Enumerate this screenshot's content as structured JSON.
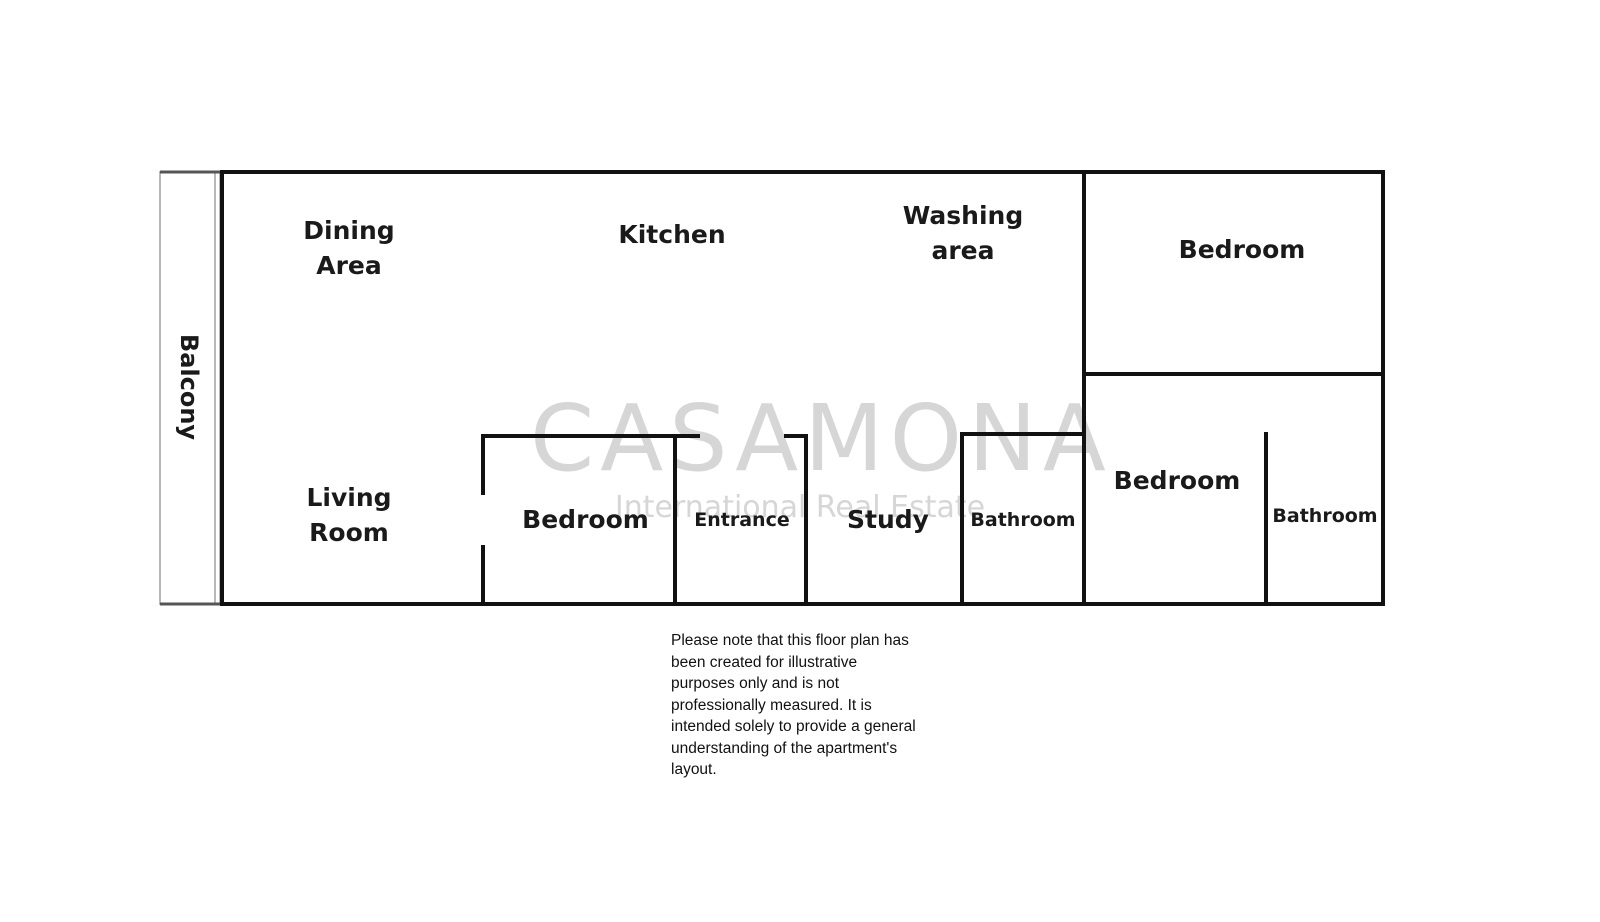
{
  "watermark": {
    "brand": "CASAMONA",
    "tagline": "International Real Estate"
  },
  "rooms": {
    "balcony": "Balcony",
    "dining_area": "Dining\nArea",
    "kitchen": "Kitchen",
    "washing_area": "Washing\narea",
    "bedroom_top_right": "Bedroom",
    "living_room": "Living\nRoom",
    "bedroom_center": "Bedroom",
    "entrance": "Entrance",
    "study": "Study",
    "bathroom_center": "Bathroom",
    "bedroom_right": "Bedroom",
    "bathroom_right": "Bathroom"
  },
  "disclaimer": "Please note that this floor plan has been created for illustrative purposes only and is not professionally measured. It is intended solely to provide a general understanding of the apartment's layout.",
  "colors": {
    "wall": "#111111",
    "watermark": "#d6d6d6",
    "balcony_edge": "#b8b8b8"
  }
}
